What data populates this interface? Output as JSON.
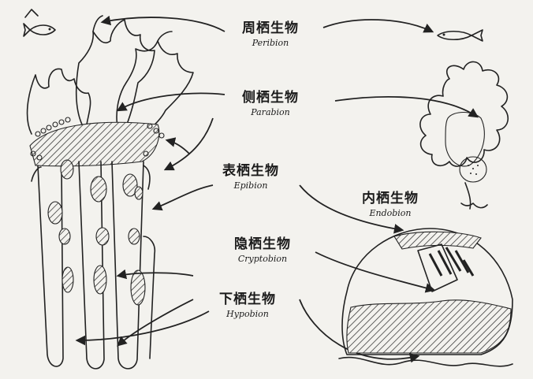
{
  "labels": {
    "peribion": {
      "zh": "周栖生物",
      "en": "Peribion"
    },
    "parabion": {
      "zh": "侧栖生物",
      "en": "Parabion"
    },
    "epibion": {
      "zh": "表栖生物",
      "en": "Epibion"
    },
    "endobion": {
      "zh": "内栖生物",
      "en": "Endobion"
    },
    "cryptobion": {
      "zh": "隐栖生物",
      "en": "Cryptobion"
    },
    "hypobion": {
      "zh": "下栖生物",
      "en": "Hypobion"
    }
  }
}
